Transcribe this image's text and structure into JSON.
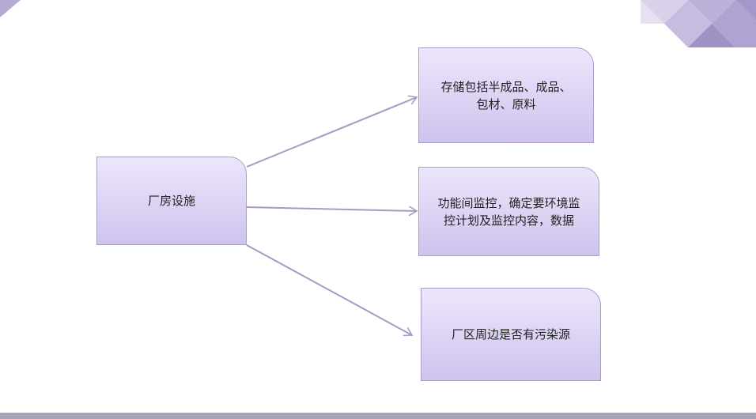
{
  "diagram": {
    "root": {
      "label": "厂房设施"
    },
    "children": [
      {
        "lines": [
          "存储包括半成品、成品、",
          "包材、原料"
        ]
      },
      {
        "lines": [
          "功能间监控，确定要环境监",
          "控计划及监控内容，数据"
        ]
      },
      {
        "lines": [
          "厂区周边是否有污染源"
        ]
      }
    ],
    "colors": {
      "box_top": "#ece6fb",
      "box_bottom": "#cfc3ee",
      "box_border": "#a99cc8",
      "arrow": "#a79ac4",
      "corner_deco": "#b6a9d3",
      "bottom_bar": "#a9a3b8"
    }
  }
}
